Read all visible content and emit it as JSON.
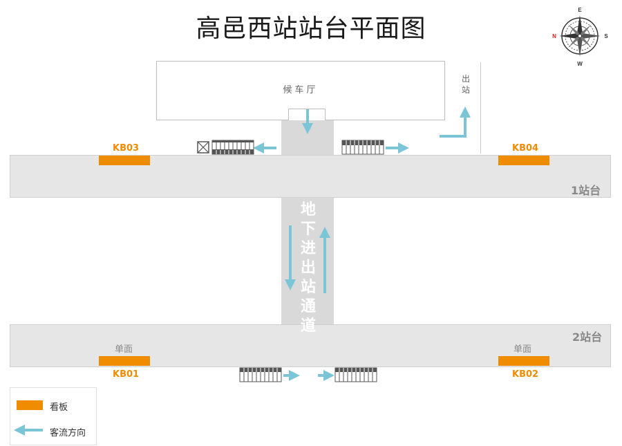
{
  "title": "高邑西站站台平面图",
  "hall_label": "候车厅",
  "exit_label": "出站",
  "platform1_label": "1站台",
  "platform2_label": "2站台",
  "tunnel_label": "地下进出站通道",
  "boards": {
    "kb01": "KB01",
    "kb02": "KB02",
    "kb03": "KB03",
    "kb04": "KB04"
  },
  "single_side": "单面",
  "legend": {
    "board": "看板",
    "flow": "客流方向"
  },
  "compass": {
    "n": "N",
    "e": "E",
    "s": "S",
    "w": "W"
  },
  "colors": {
    "board": "#f08c00",
    "arrow": "#7cc5d6",
    "platform": "#e6e6e6"
  }
}
